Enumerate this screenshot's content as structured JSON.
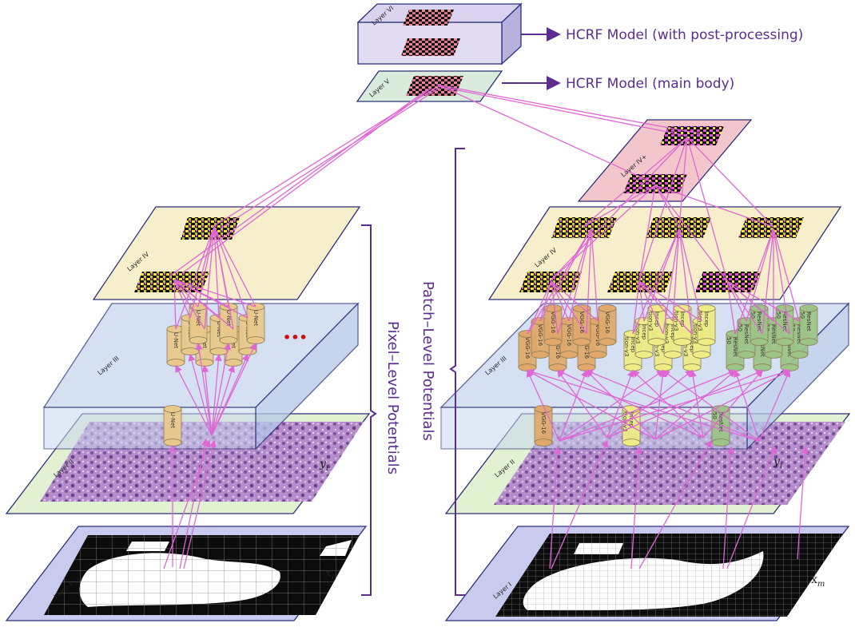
{
  "colors": {
    "link": "#e066d6",
    "bracket": "#5a2d8f",
    "layer_border": "#2b2f7a",
    "layer1_fill": "#c9cbee",
    "layer2_fill": "#e3f1d3",
    "layer3_fill": "#c8d8f0",
    "layer4_fill": "#f7efcc",
    "layer4plus_fill": "#f3c6cc",
    "layer5_fill": "#d9ecdc",
    "layer6_fill": "#e1dcf2",
    "unet": "#e9c98a",
    "vgg": "#e0a86a",
    "inception": "#eeec84",
    "resnet": "#9cc486",
    "dots": "#cc1111"
  },
  "outputs": {
    "post": "HCRF Model (with post-processing)",
    "main": "HCRF Model (main body)"
  },
  "brackets": {
    "pixel": "Pixel–Level Potentials",
    "patch": "Patch–Level Potentials"
  },
  "left": {
    "layer1": "Layer I",
    "layer2": "Layer II",
    "layer3": "Layer III",
    "layer4": "Layer IV",
    "x": "x",
    "x_sub": "i",
    "y": "y",
    "y_sub": "i",
    "net": "U-Net",
    "ellipsis": "•••"
  },
  "right": {
    "layer1": "Layer I",
    "layer2": "Layer II",
    "layer3": "Layer III",
    "layer4": "Layer IV",
    "layer4plus": "Layer IV+",
    "x": "x",
    "x_sub": "m",
    "y": "y",
    "y_sub": "i",
    "vgg": "VGG-16",
    "inception_a": "Incep",
    "inception_b": "tion-v3",
    "resnet_a": "ResNet",
    "resnet_b": "50"
  },
  "top": {
    "layer5": "Layer V",
    "layer6": "Layer VI"
  }
}
